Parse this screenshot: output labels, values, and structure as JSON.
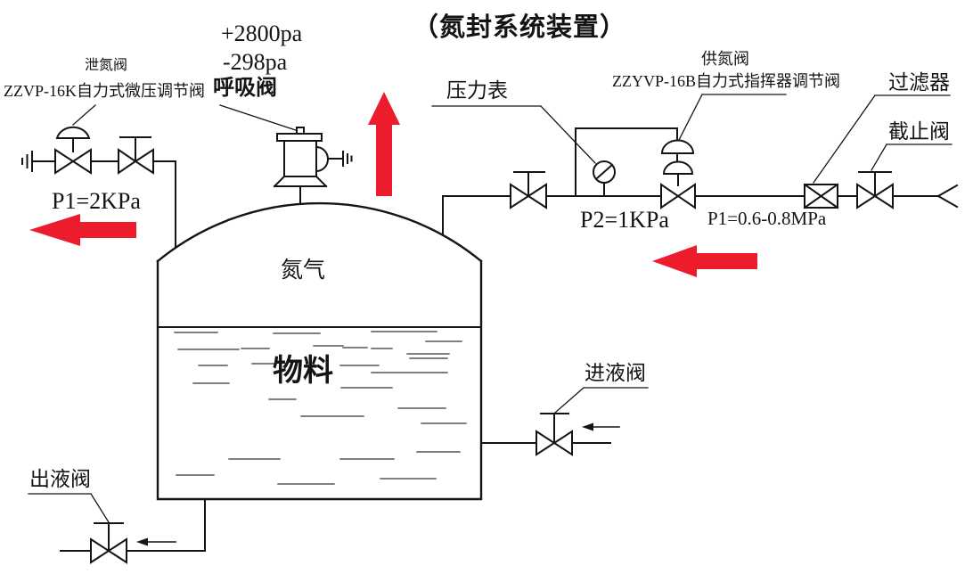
{
  "title": "（氮封系统装置）",
  "colors": {
    "line": "#141414",
    "arrow_red": "#ec1c2d"
  },
  "labels": {
    "vent_valve_name": "泄氮阀",
    "vent_valve_model": "ZZVP-16K自力式微压调节阀",
    "pressure_plus": "+2800pa",
    "pressure_minus": "-298pa",
    "breather_valve": "呼吸阀",
    "p1_left": "P1=2KPa",
    "pressure_gauge": "压力表",
    "supply_valve_name": "供氮阀",
    "supply_valve_model": "ZZYVP-16B自力式指挥器调节阀",
    "filter": "过滤器",
    "stop_valve": "截止阀",
    "p2_set": "P2=1KPa",
    "p1_supply": "P1=0.6-0.8MPa",
    "nitrogen_gas": "氮气",
    "material": "物料",
    "inlet_valve": "进液阀",
    "outlet_valve": "出液阀"
  }
}
